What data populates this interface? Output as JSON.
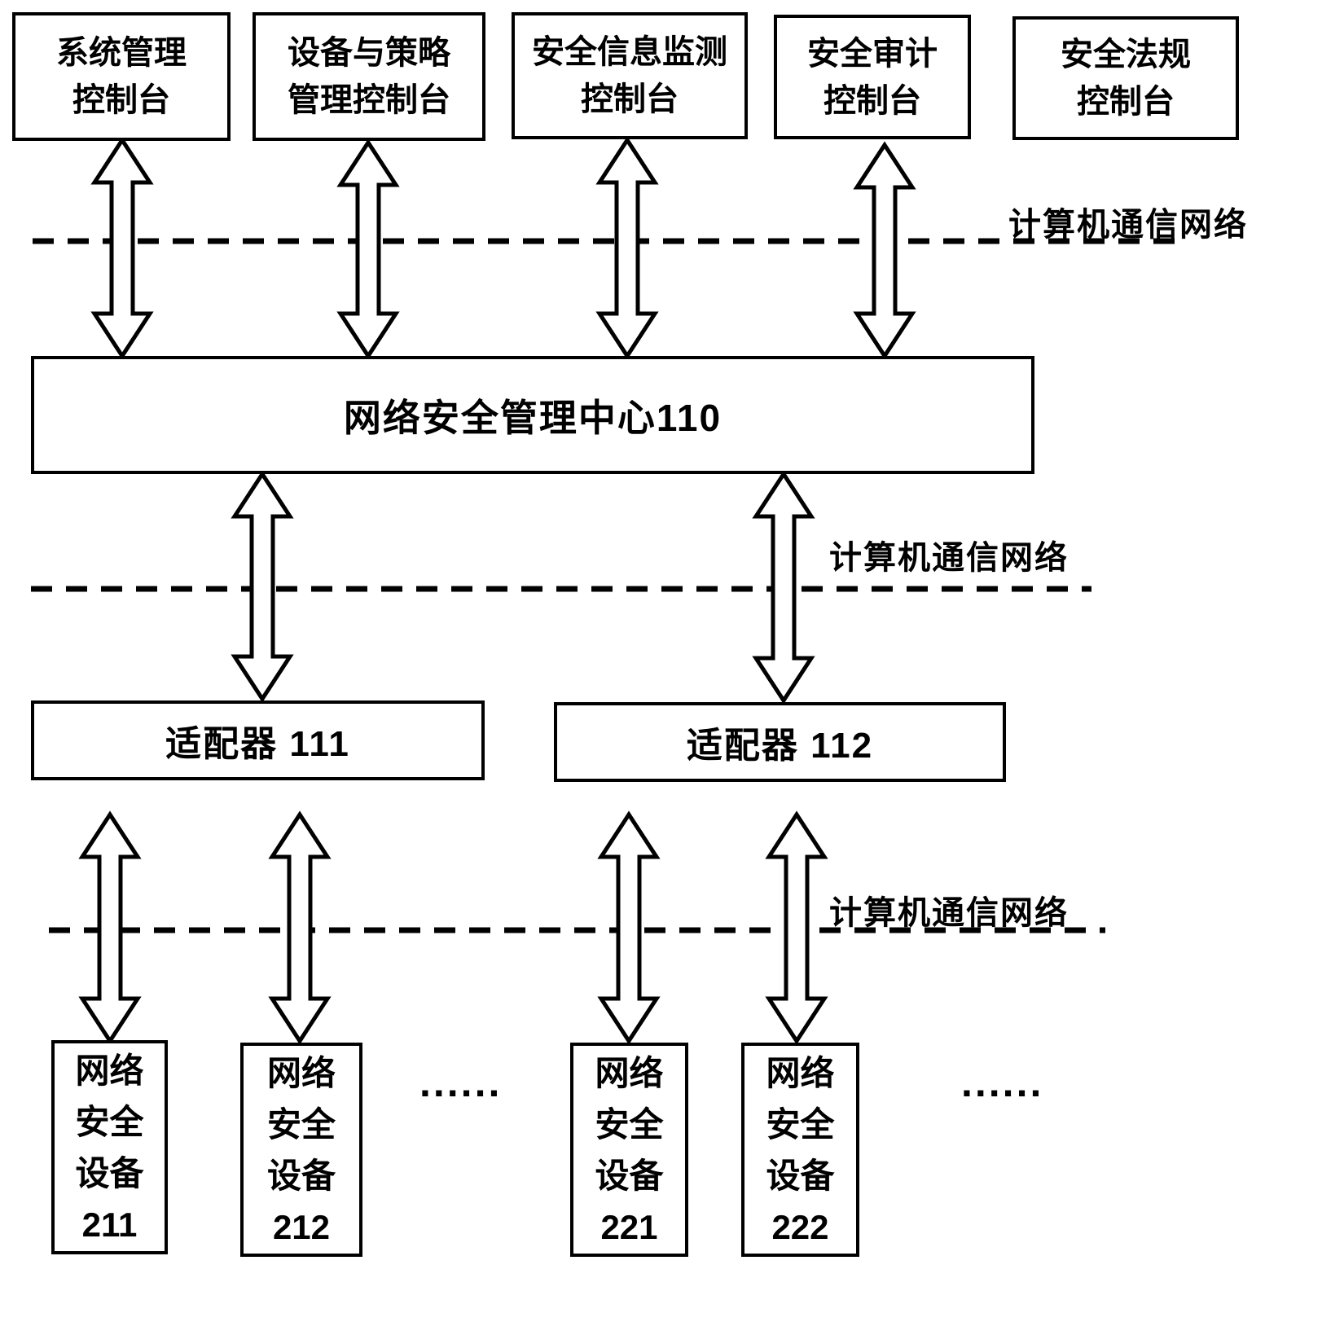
{
  "consoles": [
    {
      "line1": "系统管理",
      "line2": "控制台"
    },
    {
      "line1": "设备与策略",
      "line2": "管理控制台"
    },
    {
      "line1": "安全信息监测",
      "line2": "控制台"
    },
    {
      "line1": "安全审计",
      "line2": "控制台"
    },
    {
      "line1": "安全法规",
      "line2": "控制台"
    }
  ],
  "network_labels": {
    "top": "计算机通信网络",
    "middle": "计算机通信网络",
    "bottom": "计算机通信网络"
  },
  "management_center": {
    "label": "网络安全管理中心110"
  },
  "adapters": [
    {
      "label": "适配器 111"
    },
    {
      "label": "适配器  112"
    }
  ],
  "devices": [
    {
      "line1": "网络",
      "line2": "安全",
      "line3": "设备",
      "id": "211"
    },
    {
      "line1": "网络",
      "line2": "安全",
      "line3": "设备",
      "id": "212"
    },
    {
      "line1": "网络",
      "line2": "安全",
      "line3": "设备",
      "id": "221"
    },
    {
      "line1": "网络",
      "line2": "安全",
      "line3": "设备",
      "id": "222"
    }
  ],
  "ellipsis_left": "......",
  "ellipsis_right": "......",
  "colors": {
    "ink": "#000000",
    "background": "#ffffff"
  }
}
